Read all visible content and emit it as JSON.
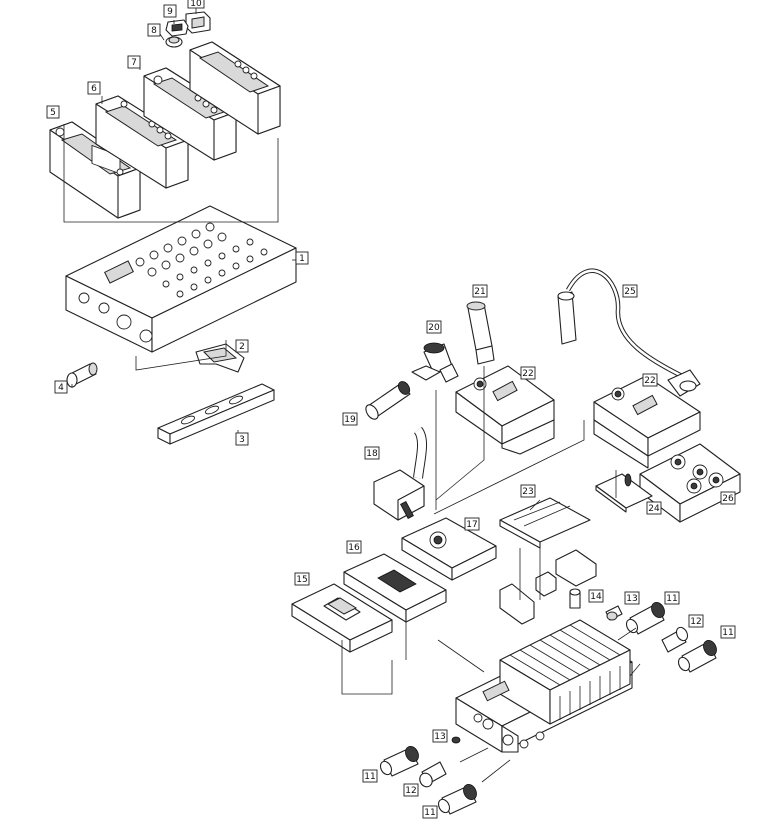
{
  "callouts": [
    {
      "id": "c1",
      "label": "1"
    },
    {
      "id": "c2",
      "label": "2"
    },
    {
      "id": "c3",
      "label": "3"
    },
    {
      "id": "c4",
      "label": "4"
    },
    {
      "id": "c5",
      "label": "5"
    },
    {
      "id": "c6",
      "label": "6"
    },
    {
      "id": "c7",
      "label": "7"
    },
    {
      "id": "c8",
      "label": "8"
    },
    {
      "id": "c9",
      "label": "9"
    },
    {
      "id": "c10",
      "label": "10"
    },
    {
      "id": "c11a",
      "label": "11"
    },
    {
      "id": "c11b",
      "label": "11"
    },
    {
      "id": "c11c",
      "label": "11"
    },
    {
      "id": "c11d",
      "label": "11"
    },
    {
      "id": "c12a",
      "label": "12"
    },
    {
      "id": "c12b",
      "label": "12"
    },
    {
      "id": "c13a",
      "label": "13"
    },
    {
      "id": "c13b",
      "label": "13"
    },
    {
      "id": "c14",
      "label": "14"
    },
    {
      "id": "c15",
      "label": "15"
    },
    {
      "id": "c16",
      "label": "16"
    },
    {
      "id": "c17",
      "label": "17"
    },
    {
      "id": "c18",
      "label": "18"
    },
    {
      "id": "c19",
      "label": "19"
    },
    {
      "id": "c20",
      "label": "20"
    },
    {
      "id": "c21",
      "label": "21"
    },
    {
      "id": "c22a",
      "label": "22"
    },
    {
      "id": "c22b",
      "label": "22"
    },
    {
      "id": "c23",
      "label": "23"
    },
    {
      "id": "c24",
      "label": "24"
    },
    {
      "id": "c25",
      "label": "25"
    },
    {
      "id": "c26",
      "label": "26"
    }
  ]
}
